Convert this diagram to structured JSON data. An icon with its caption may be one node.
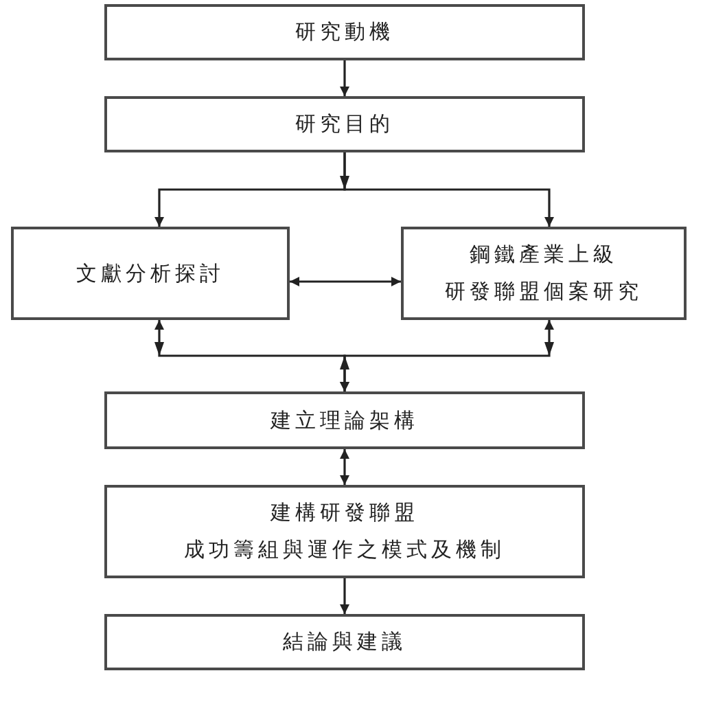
{
  "diagram": {
    "nodes": [
      {
        "text": [
          "研究動機"
        ]
      },
      {
        "text": [
          "研究目的"
        ]
      },
      {
        "text": [
          "文獻分析探討"
        ]
      },
      {
        "text": [
          "鋼鐵產業上級研發聯盟個案研究"
        ]
      },
      {
        "text": [
          "建立理論架構"
        ]
      },
      {
        "text": [
          "建構研發聯盟成功籌組與運作之模式及機制"
        ]
      },
      {
        "text": [
          "結論與建議"
        ]
      }
    ],
    "edges": [
      {
        "from": 0,
        "to": 1,
        "arrow": "to"
      },
      {
        "from": 1,
        "to": 2,
        "arrow": "to"
      },
      {
        "from": 1,
        "to": 3,
        "arrow": "to"
      },
      {
        "from": 2,
        "to": 3,
        "arrow": "both"
      },
      {
        "from": 2,
        "to": 4,
        "arrow": "both"
      },
      {
        "from": 3,
        "to": 4,
        "arrow": "both"
      },
      {
        "from": 4,
        "to": 5,
        "arrow": "both"
      },
      {
        "from": 5,
        "to": 6,
        "arrow": "to"
      }
    ]
  }
}
